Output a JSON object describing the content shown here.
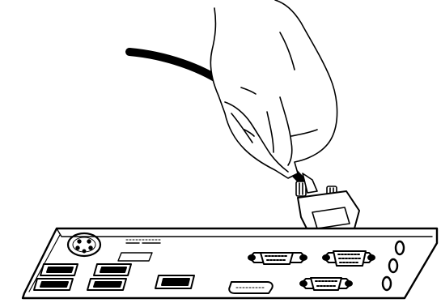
{
  "diagram": {
    "ink_color": "#000000",
    "paper_color": "#ffffff",
    "parts": {
      "cable": {
        "icon": "cable-icon"
      },
      "hand": {
        "icon": "hand-icon"
      },
      "connector": {
        "icon": "vga-plug-icon",
        "screws": 2
      },
      "back_panel": {
        "icon": "io-panel-icon",
        "ps2_ports": 1,
        "usb_ports": 5,
        "dsub_ports": 3,
        "audio_jacks": 3
      }
    }
  }
}
